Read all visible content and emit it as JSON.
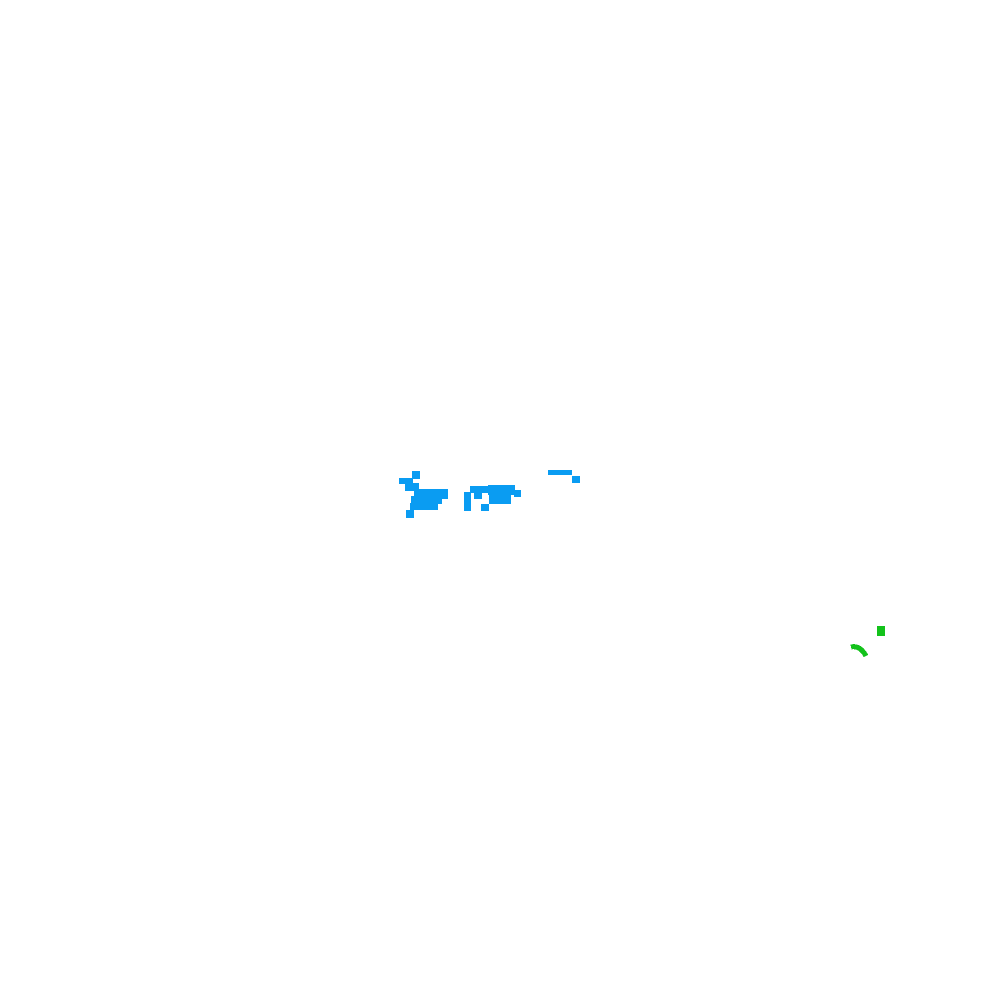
{
  "canvas": {
    "background_color": "#ffffff"
  },
  "strokes": [
    {
      "name": "blue-scribble-left",
      "color": "#0a9cf2"
    },
    {
      "name": "blue-scribble-middle",
      "color": "#0a9cf2"
    },
    {
      "name": "blue-dash-right",
      "color": "#0a9cf2"
    },
    {
      "name": "green-mark",
      "color": "#13c21b"
    }
  ]
}
